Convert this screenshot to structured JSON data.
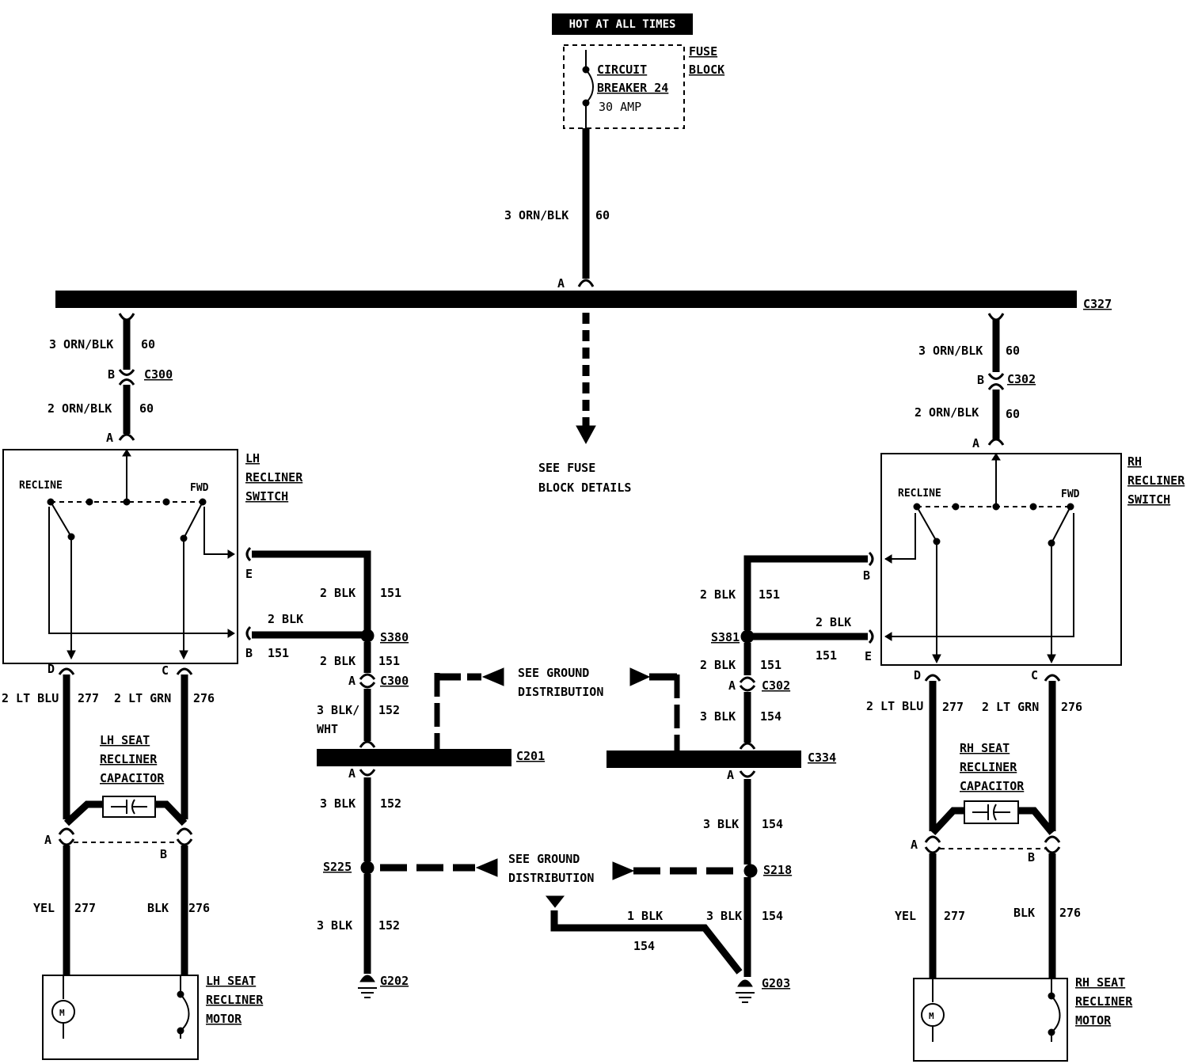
{
  "header": {
    "hot": "HOT AT ALL TIMES"
  },
  "fuse": {
    "circuit": "CIRCUIT",
    "breaker": "BREAKER 24",
    "amp": "30 AMP",
    "fuse_l1": "FUSE",
    "fuse_l2": "BLOCK"
  },
  "main": {
    "wire": "3 ORN/BLK",
    "circ": "60",
    "pin": "A",
    "conn": "C327",
    "see1": "SEE FUSE",
    "see2": "BLOCK DETAILS"
  },
  "left": {
    "w1": "3 ORN/BLK",
    "c1": "60",
    "pinB": "B",
    "conn": "C300",
    "w2": "2 ORN/BLK",
    "c2": "60",
    "pinA": "A",
    "sw1": "LH",
    "sw2": "RECLINER",
    "sw3": "SWITCH",
    "recline": "RECLINE",
    "fwd": "FWD",
    "pinE": "E",
    "pinB2": "B",
    "pinD": "D",
    "pinC": "C",
    "w_e": "2 BLK",
    "c_e": "151",
    "w_b": "2 BLK",
    "c_b": "151",
    "splice": "S380",
    "w3": "2 BLK",
    "c3": "151",
    "pinA2": "A",
    "conn2": "C300",
    "w4a": "3 BLK/",
    "w4b": "WHT",
    "c4": "152",
    "conn3": "C201",
    "pinA3": "A",
    "w5": "3 BLK",
    "c5": "152",
    "splice2": "S225",
    "w6": "3 BLK",
    "c6": "152",
    "ground": "G202",
    "wd": "2 LT BLU",
    "cd": "277",
    "wc": "2 LT GRN",
    "cc": "276",
    "cap1": "LH SEAT",
    "cap2": "RECLINER",
    "cap3": "CAPACITOR",
    "pinA4": "A",
    "pinB4": "B",
    "wy": "YEL",
    "cy": "277",
    "wk": "BLK",
    "ck": "276",
    "mot1": "LH SEAT",
    "mot2": "RECLINER",
    "mot3": "MOTOR",
    "m": "M"
  },
  "right": {
    "w1": "3 ORN/BLK",
    "c1": "60",
    "pinB": "B",
    "conn": "C302",
    "w2": "2 ORN/BLK",
    "c2": "60",
    "pinA": "A",
    "sw1": "RH",
    "sw2": "RECLINER",
    "sw3": "SWITCH",
    "recline": "RECLINE",
    "fwd": "FWD",
    "pinB2": "B",
    "pinE": "E",
    "pinD": "D",
    "pinC": "C",
    "w_b": "2 BLK",
    "c_b": "151",
    "w_e": "2 BLK",
    "c_e": "151",
    "splice": "S381",
    "w3": "2 BLK",
    "c3": "151",
    "pinA2": "A",
    "conn2": "C302",
    "w4": "3 BLK",
    "c4": "154",
    "conn3": "C334",
    "pinA3": "A",
    "w5": "3 BLK",
    "c5": "154",
    "splice2": "S218",
    "w6": "3 BLK",
    "c6": "154",
    "w7": "1 BLK",
    "c7": "154",
    "ground": "G203",
    "wd": "2 LT BLU",
    "cd": "277",
    "wc": "2 LT GRN",
    "cc": "276",
    "cap1": "RH SEAT",
    "cap2": "RECLINER",
    "cap3": "CAPACITOR",
    "pinA4": "A",
    "pinB4": "B",
    "wy": "YEL",
    "cy": "277",
    "wk": "BLK",
    "ck": "276",
    "mot1": "RH SEAT",
    "mot2": "RECLINER",
    "mot3": "MOTOR",
    "m": "M"
  },
  "ground_dist": {
    "a1": "SEE GROUND",
    "a2": "DISTRIBUTION",
    "b1": "SEE GROUND",
    "b2": "DISTRIBUTION"
  }
}
